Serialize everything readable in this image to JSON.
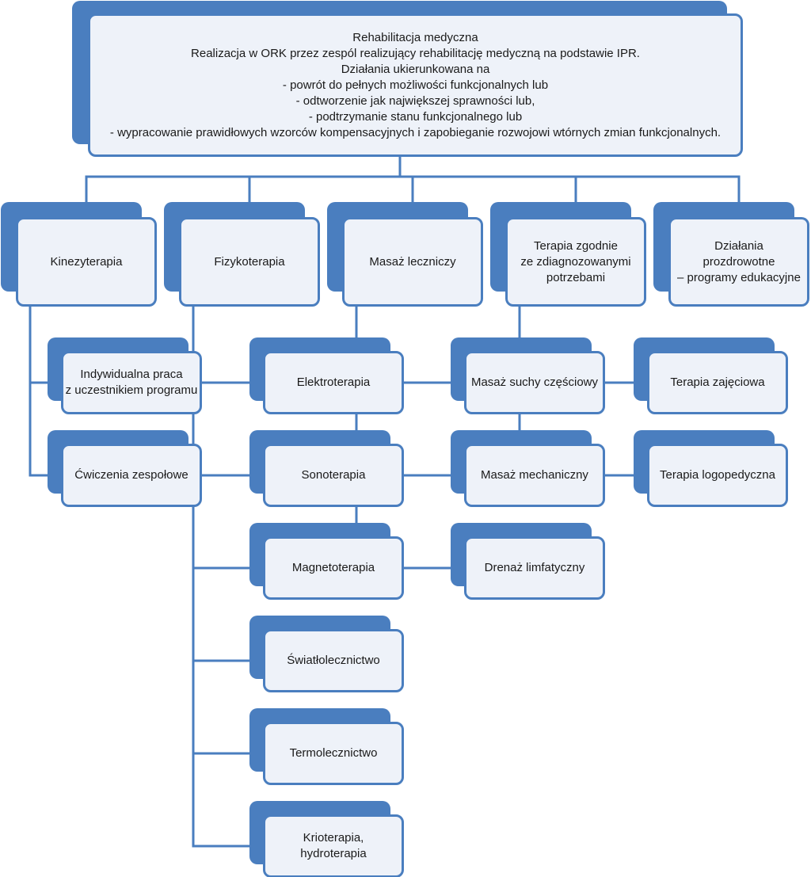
{
  "root": {
    "lines": [
      "Rehabilitacja medyczna",
      "Realizacja w ORK przez zespól realizujący rehabilitację medyczną na podstawie IPR.",
      "Działania ukierunkowana na",
      "- powrót do pełnych możliwości funkcjonalnych lub",
      "- odtworzenie jak największej sprawności lub,",
      "- podtrzymanie stanu funkcjonalnego lub",
      "- wypracowanie prawidłowych wzorców kompensacyjnych i zapobieganie rozwojowi wtórnych zmian funkcjonalnych."
    ]
  },
  "categories": [
    {
      "lines": [
        "Kinezyterapia"
      ],
      "children": [
        {
          "lines": [
            "Indywidualna praca",
            "z uczestnikiem programu"
          ]
        },
        {
          "lines": [
            "Ćwiczenia zespołowe"
          ]
        }
      ]
    },
    {
      "lines": [
        "Fizykoterapia"
      ],
      "children": [
        {
          "lines": [
            "Elektroterapia"
          ]
        },
        {
          "lines": [
            "Sonoterapia"
          ]
        },
        {
          "lines": [
            "Magnetoterapia"
          ]
        },
        {
          "lines": [
            "Światłolecznictwo"
          ]
        },
        {
          "lines": [
            "Termolecznictwo"
          ]
        },
        {
          "lines": [
            "Krioterapia,",
            "hydroterapia"
          ]
        }
      ]
    },
    {
      "lines": [
        "Masaż leczniczy"
      ],
      "children": [
        {
          "lines": [
            "Masaż suchy częściowy"
          ]
        },
        {
          "lines": [
            "Masaż mechaniczny"
          ]
        },
        {
          "lines": [
            "Drenaż limfatyczny"
          ]
        }
      ]
    },
    {
      "lines": [
        "Terapia zgodnie",
        "ze zdiagnozowanymi",
        "potrzebami"
      ],
      "children": [
        {
          "lines": [
            "Terapia zajęciowa"
          ]
        },
        {
          "lines": [
            "Terapia logopedyczna"
          ]
        }
      ]
    },
    {
      "lines": [
        "Działania",
        "prozdrowotne",
        "– programy edukacyjne"
      ],
      "children": []
    }
  ],
  "colors": {
    "accent": "#4a7ebf",
    "fill": "#eef2f9",
    "text": "#1a1a1a"
  }
}
